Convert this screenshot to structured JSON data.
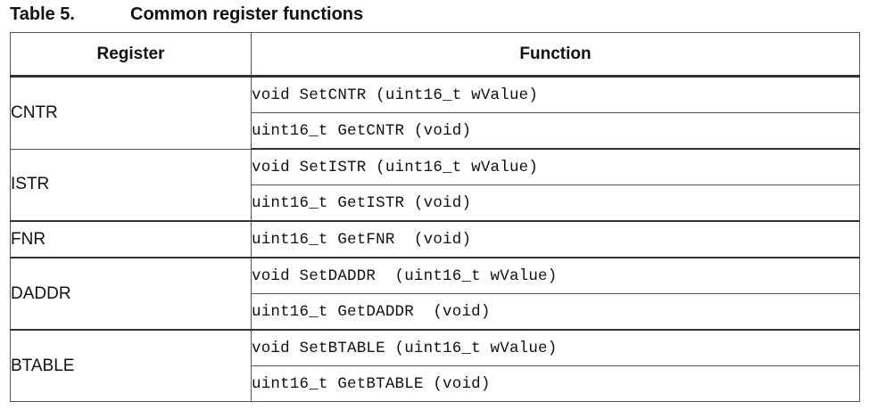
{
  "caption": {
    "number": "Table 5.",
    "title": "Common register functions"
  },
  "table": {
    "headers": [
      "Register",
      "Function"
    ],
    "groups": [
      {
        "register": "CNTR",
        "functions": [
          "void SetCNTR (uint16_t wValue)",
          "uint16_t GetCNTR (void)"
        ]
      },
      {
        "register": "ISTR",
        "functions": [
          "void SetISTR (uint16_t wValue)",
          "uint16_t GetISTR (void)"
        ]
      },
      {
        "register": "FNR",
        "functions": [
          "uint16_t GetFNR  (void)"
        ]
      },
      {
        "register": "DADDR",
        "functions": [
          "void SetDADDR  (uint16_t wValue)",
          "uint16_t GetDADDR  (void)"
        ]
      },
      {
        "register": "BTABLE",
        "functions": [
          "void SetBTABLE (uint16_t wValue)",
          "uint16_t GetBTABLE (void)"
        ]
      }
    ]
  }
}
